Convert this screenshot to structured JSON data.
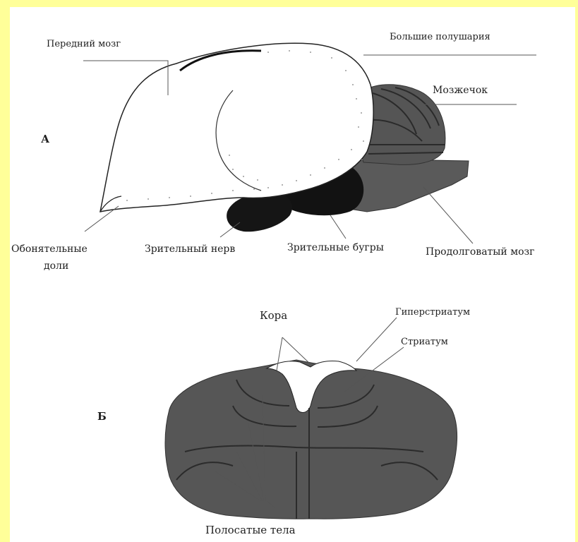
{
  "colors": {
    "background": "#ffff99",
    "paper": "#ffffff",
    "dark_tissue": "#585858",
    "black_tissue": "#141414",
    "line": "#333333"
  },
  "panel_a": {
    "marker": "А",
    "labels": {
      "forebrain": "Передний мозг",
      "hemispheres": "Большие полушария",
      "cerebellum": "Мозжечок",
      "olfactory_lobes_1": "Обонятельные",
      "olfactory_lobes_2": "доли",
      "optic_nerve": "Зрительный нерв",
      "optic_lobes": "Зрительные бугры",
      "medulla": "Продолговатый мозг"
    }
  },
  "panel_b": {
    "marker": "Б",
    "labels": {
      "cortex": "Кора",
      "hyperstriatum": "Гиперстриатум",
      "striatum": "Стриатум",
      "striate_bodies": "Полосатые тела"
    }
  }
}
